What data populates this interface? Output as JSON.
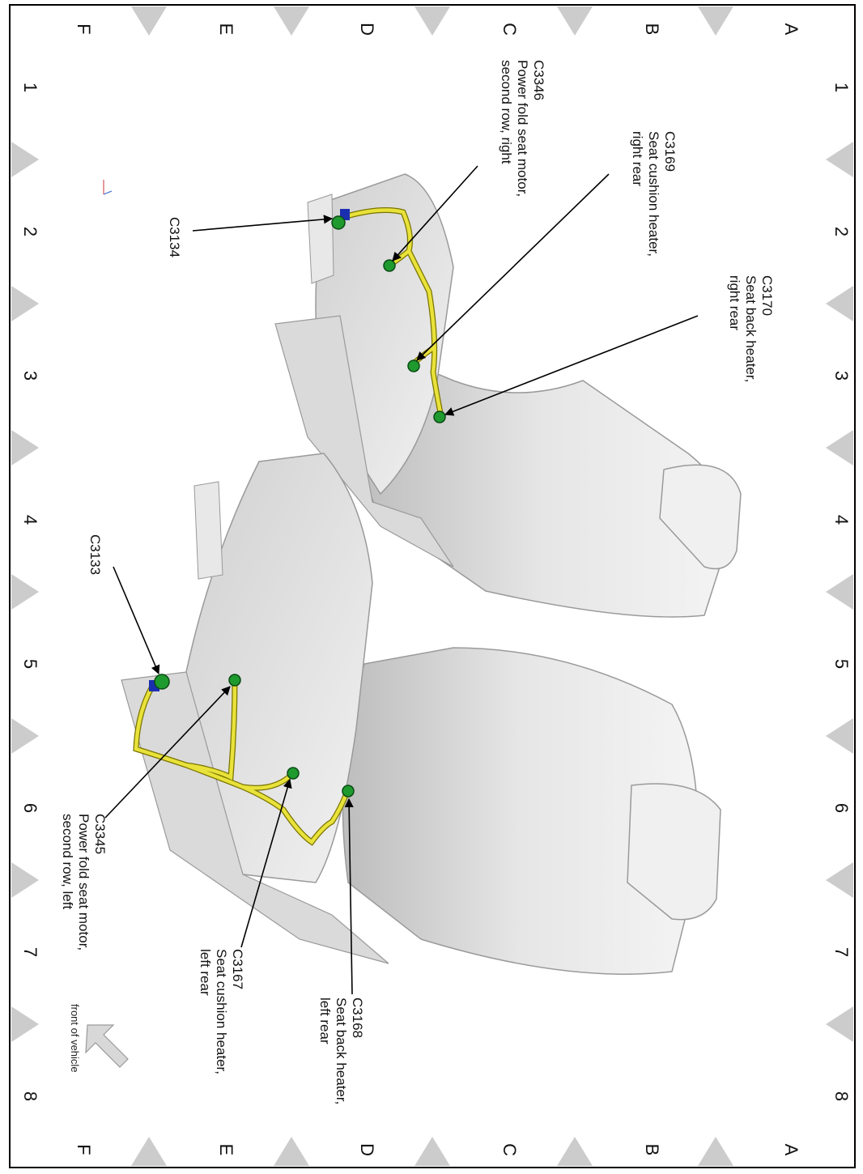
{
  "grid": {
    "letters": [
      "A",
      "B",
      "C",
      "D",
      "E",
      "F"
    ],
    "numbers": [
      "1",
      "2",
      "3",
      "4",
      "5",
      "6",
      "7",
      "8"
    ]
  },
  "connectors": [
    {
      "id": "C3346",
      "lines": [
        "C3346",
        "Power fold seat motor,",
        "second row, right"
      ]
    },
    {
      "id": "C3169",
      "lines": [
        "C3169",
        "Seat cushion heater,",
        "right rear"
      ]
    },
    {
      "id": "C3170",
      "lines": [
        "C3170",
        "Seat back heater,",
        "right rear"
      ]
    },
    {
      "id": "C3134",
      "lines": [
        "C3134"
      ]
    },
    {
      "id": "C3133",
      "lines": [
        "C3133"
      ]
    },
    {
      "id": "C3345",
      "lines": [
        "C3345",
        "Power fold seat motor,",
        "second row, left"
      ]
    },
    {
      "id": "C3167",
      "lines": [
        "C3167",
        "Seat cushion heater,",
        "left rear"
      ]
    },
    {
      "id": "C3168",
      "lines": [
        "C3168",
        "Seat back heater,",
        "left rear"
      ]
    }
  ],
  "orientation": {
    "label": "front of vehicle"
  },
  "colors": {
    "harness": "#e8e23a",
    "connector": "#1f9a2e",
    "seat": "#e4e4e4",
    "seatShade": "#c8c8c8",
    "motorTag": "#1a2fb0",
    "border": "#000000",
    "triangle": "#cccccc"
  }
}
